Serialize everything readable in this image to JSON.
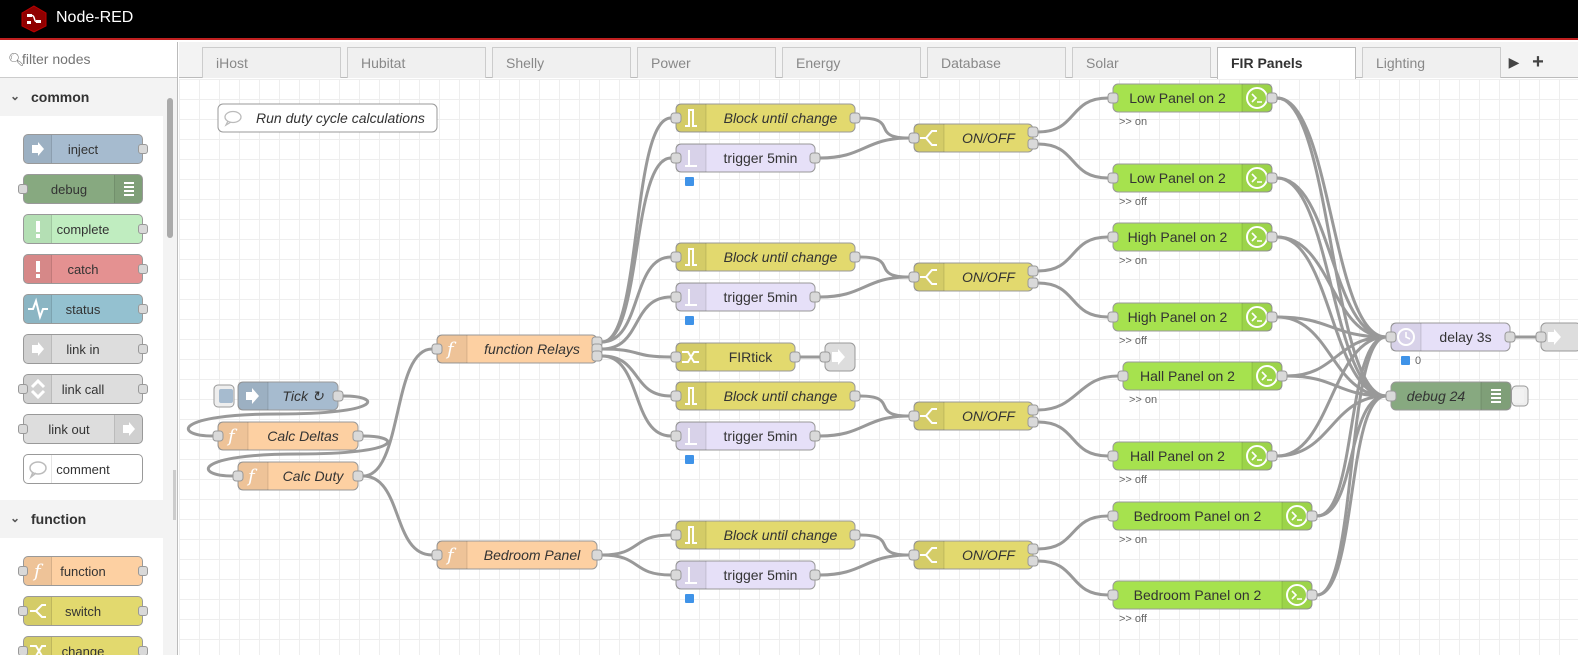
{
  "header": {
    "title": "Node-RED",
    "logo_icon": "node-red-logo-icon"
  },
  "palette": {
    "filter_placeholder": "filter nodes",
    "categories": [
      {
        "label": "common",
        "nodes": [
          {
            "label": "inject",
            "color": "#a6bbcf"
          },
          {
            "label": "debug",
            "color": "#87a980"
          },
          {
            "label": "complete",
            "color": "#c0edc0"
          },
          {
            "label": "catch",
            "color": "#e49191"
          },
          {
            "label": "status",
            "color": "#94c1d0"
          },
          {
            "label": "link in",
            "color": "#dddddd"
          },
          {
            "label": "link call",
            "color": "#dddddd"
          },
          {
            "label": "link out",
            "color": "#dddddd"
          },
          {
            "label": "comment",
            "color": "#ffffff"
          }
        ]
      },
      {
        "label": "function",
        "nodes": [
          {
            "label": "function",
            "color": "#fdd0a2"
          },
          {
            "label": "switch",
            "color": "#e2d96e"
          },
          {
            "label": "change",
            "color": "#e2d96e"
          }
        ]
      }
    ]
  },
  "tabs": [
    {
      "label": "iHost"
    },
    {
      "label": "Hubitat"
    },
    {
      "label": "Shelly"
    },
    {
      "label": "Power"
    },
    {
      "label": "Energy"
    },
    {
      "label": "Database"
    },
    {
      "label": "Solar"
    },
    {
      "label": "FIR Panels",
      "active": true
    },
    {
      "label": "Lighting"
    }
  ],
  "tab_controls": {
    "scroll_right": "▶",
    "add": "+"
  },
  "flow": {
    "comment": "Run duty cycle calculations",
    "nodes": {
      "tick": {
        "label": "Tick ↻",
        "type": "inject"
      },
      "calc_deltas": {
        "label": "Calc Deltas",
        "type": "function"
      },
      "calc_duty": {
        "label": "Calc Duty",
        "type": "function"
      },
      "function_relays": {
        "label": "function Relays",
        "type": "function"
      },
      "bedroom_panel": {
        "label": "Bedroom Panel",
        "type": "function"
      },
      "block1": {
        "label": "Block until change",
        "type": "rbe"
      },
      "trigger1": {
        "label": "trigger 5min",
        "type": "trigger"
      },
      "block2": {
        "label": "Block until change",
        "type": "rbe"
      },
      "trigger2": {
        "label": "trigger 5min",
        "type": "trigger"
      },
      "firtick": {
        "label": "FIRtick",
        "type": "change"
      },
      "block3": {
        "label": "Block until change",
        "type": "rbe"
      },
      "trigger3": {
        "label": "trigger 5min",
        "type": "trigger"
      },
      "block4": {
        "label": "Block until change",
        "type": "rbe"
      },
      "trigger4": {
        "label": "trigger 5min",
        "type": "trigger"
      },
      "onoff1": {
        "label": "ON/OFF",
        "type": "switch"
      },
      "onoff2": {
        "label": "ON/OFF",
        "type": "switch"
      },
      "onoff3": {
        "label": "ON/OFF",
        "type": "switch"
      },
      "onoff4": {
        "label": "ON/OFF",
        "type": "switch"
      },
      "low_on": {
        "label": "Low Panel on 2",
        "status": ">> on"
      },
      "low_off": {
        "label": "Low Panel on 2",
        "status": ">> off"
      },
      "high_on": {
        "label": "High Panel on 2",
        "status": ">> on"
      },
      "high_off": {
        "label": "High Panel on 2",
        "status": ">> off"
      },
      "hall_on": {
        "label": "Hall Panel on 2",
        "status": ">> on"
      },
      "hall_off": {
        "label": "Hall Panel on 2",
        "status": ">> off"
      },
      "bed_on": {
        "label": "Bedroom Panel on 2",
        "status": ">> on"
      },
      "bed_off": {
        "label": "Bedroom Panel on 2",
        "status": ">> off"
      },
      "delay": {
        "label": "delay 3s",
        "status": "0"
      },
      "debug24": {
        "label": "debug 24"
      }
    },
    "colors": {
      "inject": "#a6bbcf",
      "function": "#fdd0a2",
      "rbe": "#e2d96e",
      "trigger": "#e6e0f8",
      "switch": "#e2d96e",
      "change": "#e2d96e",
      "action": "#a6e24e",
      "delay": "#e6e0f8",
      "debug": "#87a980",
      "link": "#dddddd",
      "wire": "#999999",
      "status_blue": "#3f93e8"
    }
  }
}
